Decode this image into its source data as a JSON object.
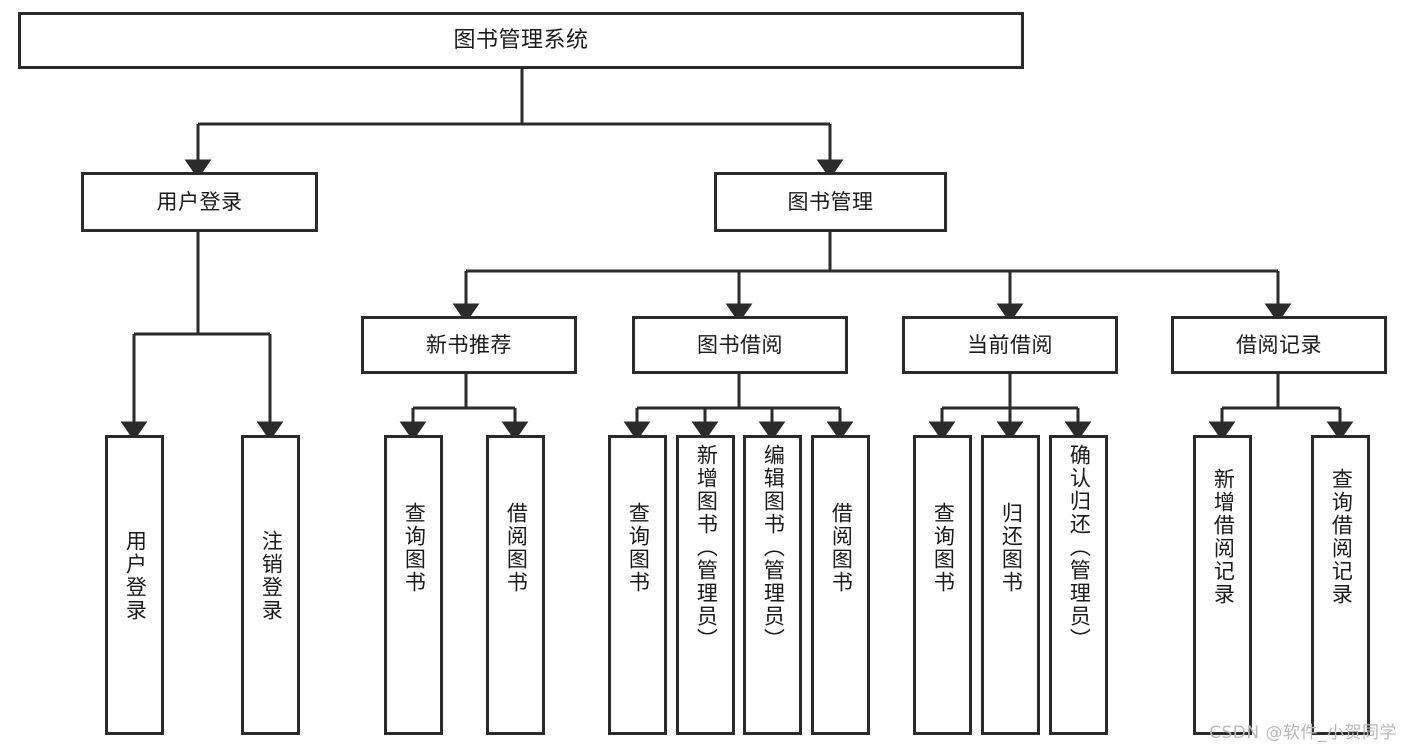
{
  "diagram": {
    "title": "图书管理系统",
    "watermark": "CSDN @软件_小贺同学",
    "colors": {
      "border": "#2b2b2b",
      "background": "#ffffff",
      "text": "#1a1a1a",
      "watermark": "#b9b9b9"
    },
    "levels": {
      "root": "图书管理系统",
      "level2": [
        "用户登录",
        "图书管理"
      ],
      "level3": [
        "新书推荐",
        "图书借阅",
        "当前借阅",
        "借阅记录"
      ]
    },
    "nodes": {
      "root": {
        "label": "图书管理系统"
      },
      "user_login": {
        "label": "用户登录"
      },
      "book_manage": {
        "label": "图书管理"
      },
      "new_book_rec": {
        "label": "新书推荐"
      },
      "book_borrow": {
        "label": "图书借阅"
      },
      "current_borrow": {
        "label": "当前借阅"
      },
      "borrow_record": {
        "label": "借阅记录"
      },
      "leaf_1": {
        "label": "用户登录"
      },
      "leaf_2": {
        "label": "注销登录"
      },
      "leaf_3": {
        "label": "查询图书"
      },
      "leaf_4": {
        "label": "借阅图书"
      },
      "leaf_5": {
        "label": "查询图书"
      },
      "leaf_6": {
        "label": "新增图书（管理员）"
      },
      "leaf_7": {
        "label": "编辑图书（管理员）"
      },
      "leaf_8": {
        "label": "借阅图书"
      },
      "leaf_9": {
        "label": "查询图书"
      },
      "leaf_10": {
        "label": "归还图书"
      },
      "leaf_11": {
        "label": "确认归还（管理员）"
      },
      "leaf_12": {
        "label": "新增借阅记录"
      },
      "leaf_13": {
        "label": "查询借阅记录"
      }
    },
    "tree": {
      "name": "图书管理系统",
      "children": [
        {
          "name": "用户登录",
          "children": [
            {
              "name": "用户登录"
            },
            {
              "name": "注销登录"
            }
          ]
        },
        {
          "name": "图书管理",
          "children": [
            {
              "name": "新书推荐",
              "children": [
                {
                  "name": "查询图书"
                },
                {
                  "name": "借阅图书"
                }
              ]
            },
            {
              "name": "图书借阅",
              "children": [
                {
                  "name": "查询图书"
                },
                {
                  "name": "新增图书（管理员）"
                },
                {
                  "name": "编辑图书（管理员）"
                },
                {
                  "name": "借阅图书"
                }
              ]
            },
            {
              "name": "当前借阅",
              "children": [
                {
                  "name": "查询图书"
                },
                {
                  "name": "归还图书"
                },
                {
                  "name": "确认归还（管理员）"
                }
              ]
            },
            {
              "name": "借阅记录",
              "children": [
                {
                  "name": "新增借阅记录"
                },
                {
                  "name": "查询借阅记录"
                }
              ]
            }
          ]
        }
      ]
    }
  }
}
